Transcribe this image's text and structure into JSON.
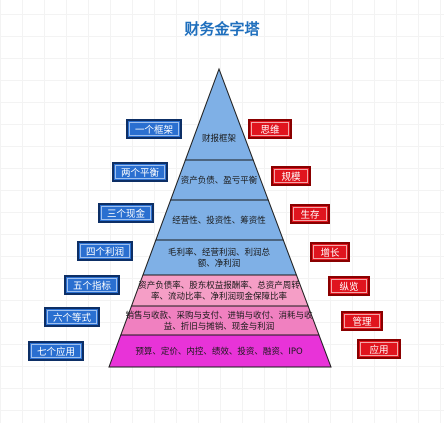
{
  "title": "财务金字塔",
  "levels": [
    {
      "text": [
        "财报框架"
      ],
      "fill": "#7fb0e6"
    },
    {
      "text": [
        "资产负债、盈亏平衡"
      ],
      "fill": "#7fb0e6"
    },
    {
      "text": [
        "经营性、投资性、筹资性"
      ],
      "fill": "#7fb0e6"
    },
    {
      "text": [
        "毛利率、经营利润、利润总",
        "额、净利润"
      ],
      "fill": "#7fb0e6"
    },
    {
      "text": [
        "资产负债率、股东权益报酬率、总资产周转",
        "率、流动比率、净利润现金保障比率"
      ],
      "fill": "#f59ec6"
    },
    {
      "text": [
        "销售与收款、采购与支付、进销与收付、消耗与收",
        "益、折旧与摊销、现金与利润"
      ],
      "fill": "#f080c0"
    },
    {
      "text": [
        "预算、定价、内控、绩效、投资、融资、IPO"
      ],
      "fill": "#e833d8"
    }
  ],
  "left_labels": [
    "一个框架",
    "两个平衡",
    "三个现金",
    "四个利润",
    "五个指标",
    "六个等式",
    "七个应用"
  ],
  "right_labels": [
    "思维",
    "规模",
    "生存",
    "增长",
    "纵览",
    "管理",
    "应用"
  ],
  "colors": {
    "left_box": "#2a6fd0",
    "right_box": "#e0141e",
    "title": "#1f6fbd"
  }
}
